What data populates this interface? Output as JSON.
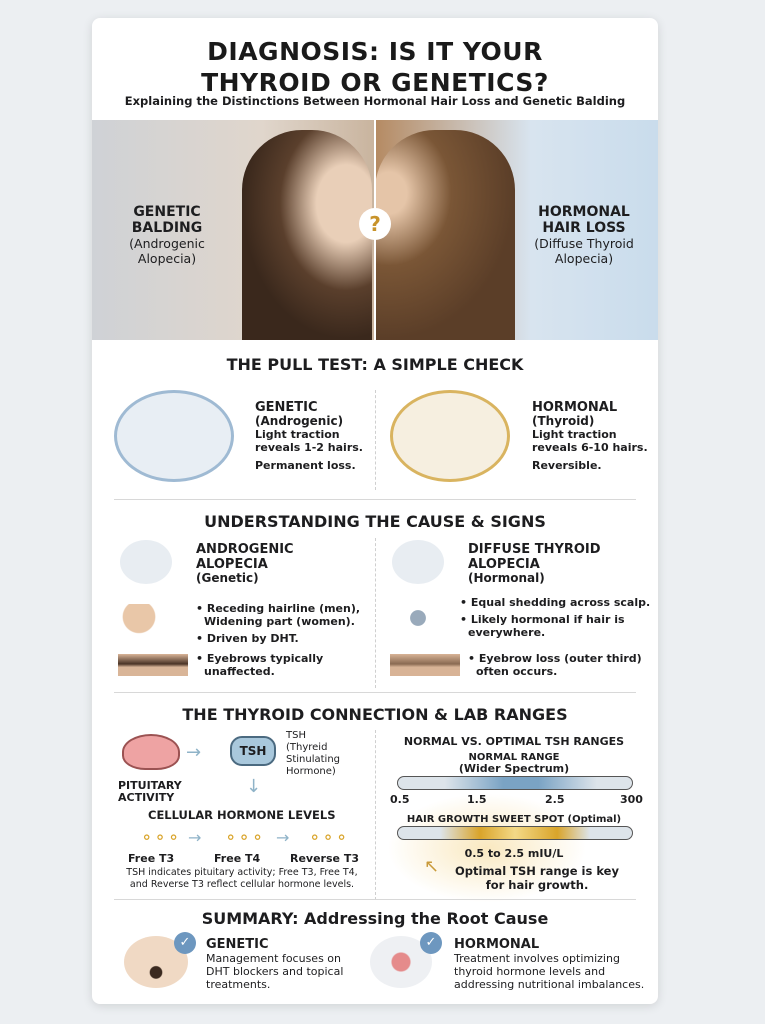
{
  "header": {
    "title_line1": "DIAGNOSIS: IS IT YOUR",
    "title_line2": "THYROID OR GENETICS?",
    "subtitle": "Explaining the Distinctions Between Hormonal Hair Loss and Genetic Balding"
  },
  "hero": {
    "left_title1": "GENETIC",
    "left_title2": "BALDING",
    "left_sub1": "(Androgenic",
    "left_sub2": "Alopecia)",
    "right_title1": "HORMONAL",
    "right_title2": "HAIR LOSS",
    "right_sub1": "(Diffuse Thyroid",
    "right_sub2": "Alopecia)",
    "question": "?"
  },
  "pull_test": {
    "heading": "THE PULL TEST: A SIMPLE CHECK",
    "genetic": {
      "title": "GENETIC",
      "sub": "(Androgenic)",
      "line1": "Light traction",
      "line2": "reveals 1-2 hairs.",
      "line3": "Permanent loss."
    },
    "hormonal": {
      "title": "HORMONAL",
      "sub": "(Thyroid)",
      "line1": "Light traction",
      "line2": "reveals 6-10 hairs.",
      "line3": "Reversible."
    }
  },
  "causes": {
    "heading": "UNDERSTANDING THE CAUSE & SIGNS",
    "left": {
      "title1": "ANDROGENIC",
      "title2": "ALOPECIA",
      "sub": "(Genetic)",
      "b1a": "• Receding hairline (men),",
      "b1b": "Widening part (women).",
      "b2": "• Driven by DHT.",
      "b3a": "• Eyebrows typically",
      "b3b": "unaffected."
    },
    "right": {
      "title1": "DIFFUSE THYROID",
      "title2": "ALOPECIA",
      "sub": "(Hormonal)",
      "b1": "• Equal shedding across scalp.",
      "b2a": "• Likely hormonal if hair is",
      "b2b": "everywhere.",
      "b3a": "• Eyebrow loss (outer third)",
      "b3b": "often occurs."
    }
  },
  "thyroid": {
    "heading": "THE THYROID CONNECTION & LAB RANGES",
    "pituitary1": "PITUITARY",
    "pituitary2": "ACTIVITY",
    "tsh": "TSH",
    "tsh_label1": "TSH",
    "tsh_label2": "(Thyreid",
    "tsh_label3": "Stinulating",
    "tsh_label4": "Hormone)",
    "cellular": "CELLULAR HORMONE LEVELS",
    "hormones": [
      "Free T3",
      "Free T4",
      "Reverse T3"
    ],
    "note1": "TSH indicates pituitary activity; Free T3, Free T4,",
    "note2": "and Reverse T3 reflect cellular hormone levels.",
    "ranges_title": "NORMAL VS. OPTIMAL TSH RANGES",
    "normal1": "NORMAL RANGE",
    "normal2": "(Wider Spectrum)",
    "ticks": [
      "0.5",
      "1.5",
      "2.5",
      "300"
    ],
    "sweet": "HAIR GROWTH SWEET SPOT (Optimal)",
    "optimal_range": "0.5 to 2.5 mIU/L",
    "key1": "Optimal TSH range is key",
    "key2": "for hair growth.",
    "colors": {
      "normal": "#7aa3c4",
      "optimal": "#d9a42a"
    }
  },
  "summary": {
    "heading": "SUMMARY: Addressing the Root Cause",
    "genetic": {
      "title": "GENETIC",
      "l1": "Management focuses on",
      "l2": "DHT blockers and topical",
      "l3": "treatments."
    },
    "hormonal": {
      "title": "HORMONAL",
      "l1": "Treatment involves optimizing",
      "l2": "thyroid hormone levels and",
      "l3": "addressing nutritional imbalances."
    }
  }
}
